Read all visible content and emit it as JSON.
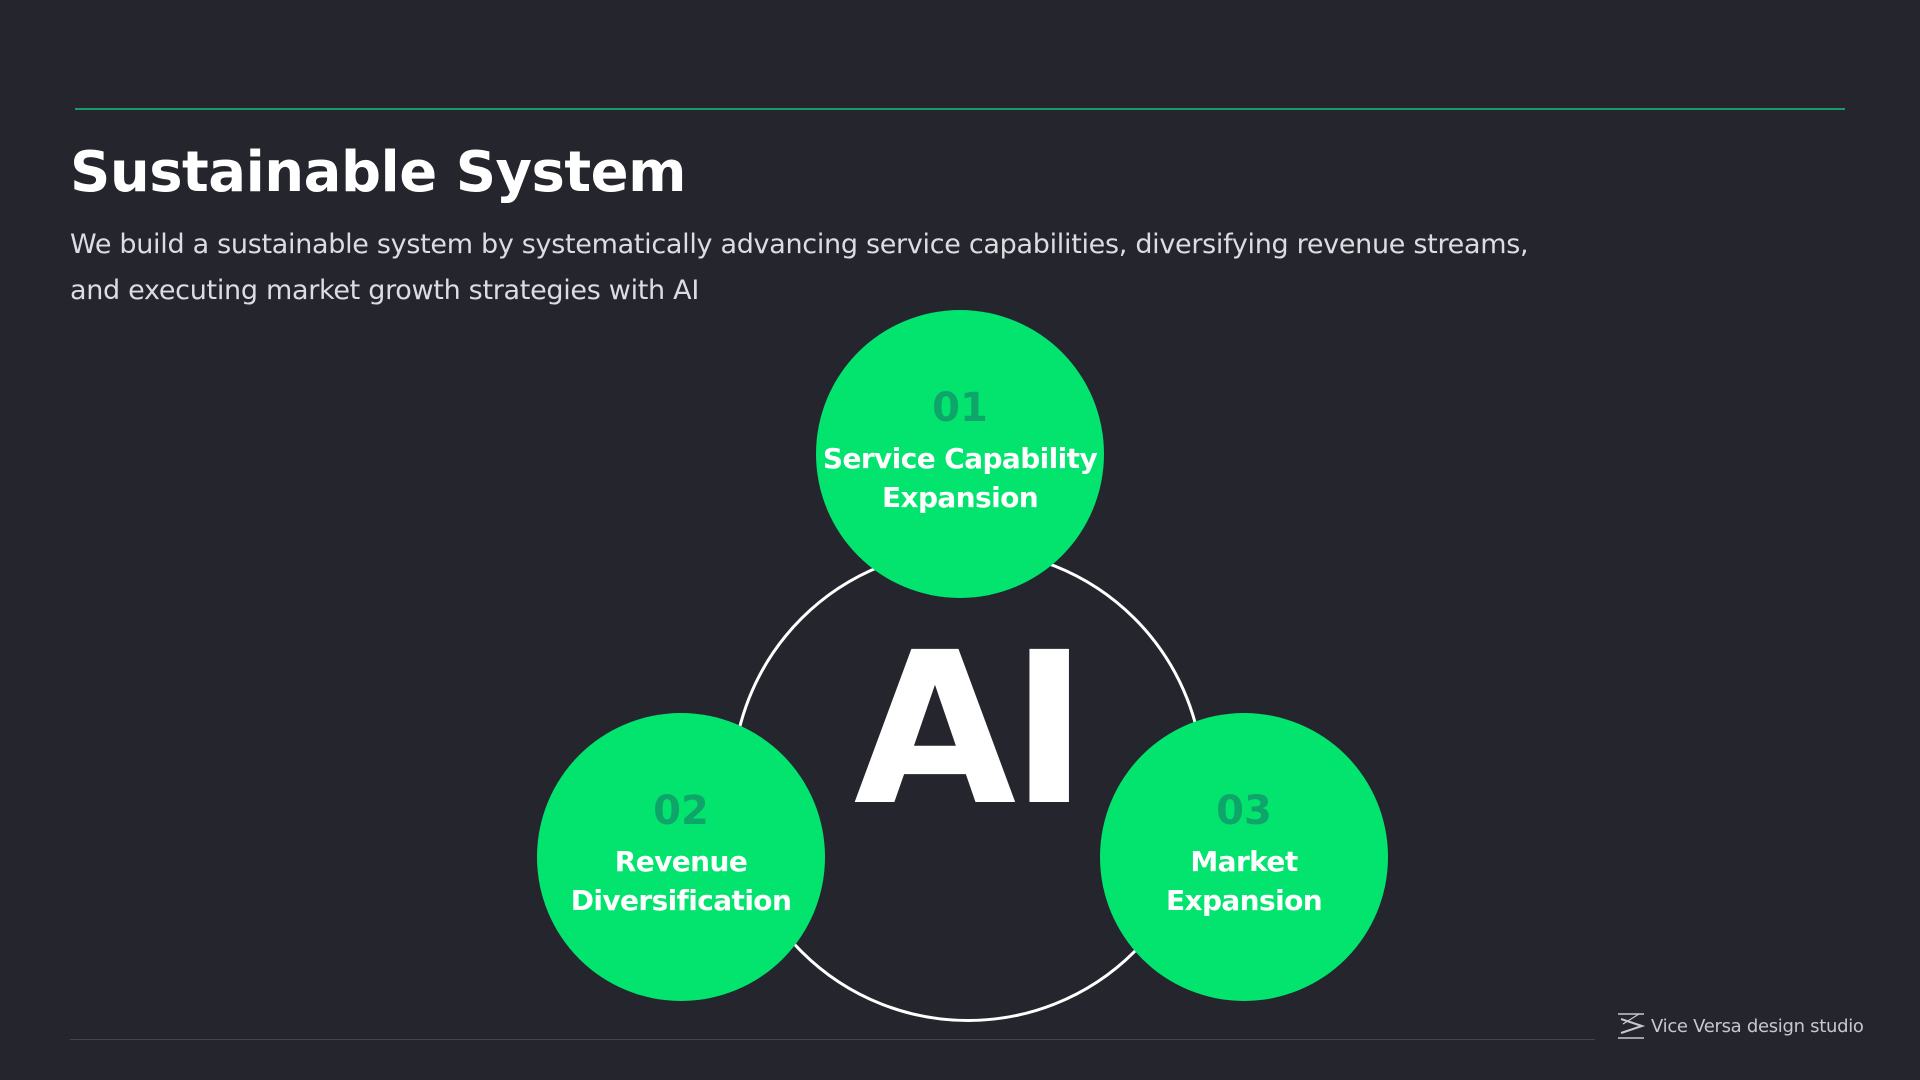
{
  "slide": {
    "title": "Sustainable System",
    "subtitle_line1": "We build a sustainable system by systematically advancing service capabilities, diversifying revenue streams,",
    "subtitle_line2": "and executing market growth strategies with AI"
  },
  "diagram": {
    "center_label": "AI",
    "nodes": [
      {
        "number": "01",
        "line1": "Service Capability",
        "line2": "Expansion"
      },
      {
        "number": "02",
        "line1": "Revenue",
        "line2": "Diversification"
      },
      {
        "number": "03",
        "line1": "Market",
        "line2": "Expansion"
      }
    ]
  },
  "footer": {
    "brand": "Vice Versa design studio",
    "logo_icon": "vice-versa-logo-icon"
  },
  "colors": {
    "background": "#25262d",
    "accent": "#03e46f",
    "accent_dark": "#0fa56a",
    "rule": "#1c9a63",
    "text": "#ffffff"
  }
}
